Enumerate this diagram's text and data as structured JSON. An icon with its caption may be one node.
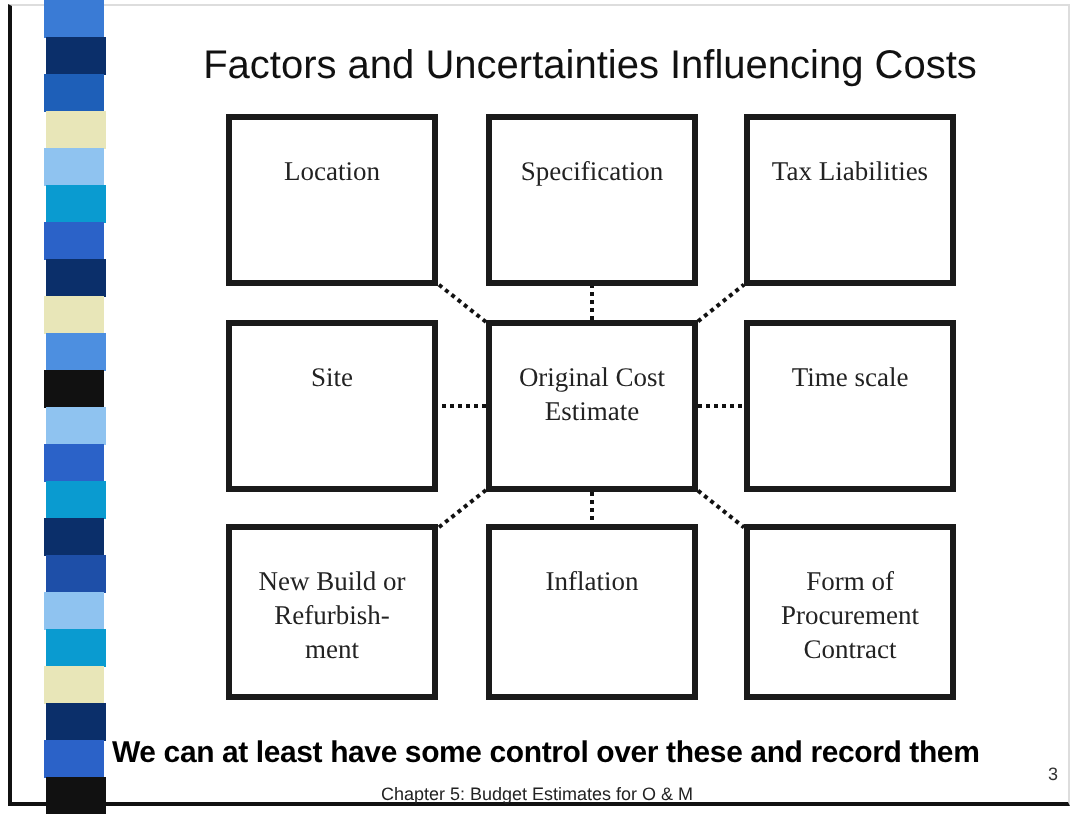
{
  "diagram": {
    "title": "Factors and Uncertainties Influencing Costs",
    "nodes": [
      {
        "text": [
          "Location"
        ]
      },
      {
        "text": [
          "Specification"
        ]
      },
      {
        "text": [
          "Tax Liabilities"
        ]
      },
      {
        "text": [
          "Site"
        ]
      },
      {
        "text": [
          "Original Cost Estimate"
        ]
      },
      {
        "text": [
          "Time scale"
        ]
      },
      {
        "text": [
          "New Build or Refurbish- ment"
        ]
      },
      {
        "text": [
          "Inflation"
        ]
      },
      {
        "text": [
          "Form of Procurement Contract"
        ]
      }
    ],
    "edges": [
      {
        "from": 4,
        "to": 0,
        "arrow": "none",
        "style": "dashed"
      },
      {
        "from": 4,
        "to": 1,
        "arrow": "none",
        "style": "dashed"
      },
      {
        "from": 4,
        "to": 2,
        "arrow": "none",
        "style": "dashed"
      },
      {
        "from": 4,
        "to": 3,
        "arrow": "none",
        "style": "dashed"
      },
      {
        "from": 4,
        "to": 5,
        "arrow": "none",
        "style": "dashed"
      },
      {
        "from": 4,
        "to": 6,
        "arrow": "none",
        "style": "dashed"
      },
      {
        "from": 4,
        "to": 7,
        "arrow": "none",
        "style": "dashed"
      },
      {
        "from": 4,
        "to": 8,
        "arrow": "none",
        "style": "dashed"
      }
    ],
    "labels": [
      "We can at least have some control over these and record them",
      "3",
      "Chapter 5: Budget Estimates for O & M"
    ]
  }
}
